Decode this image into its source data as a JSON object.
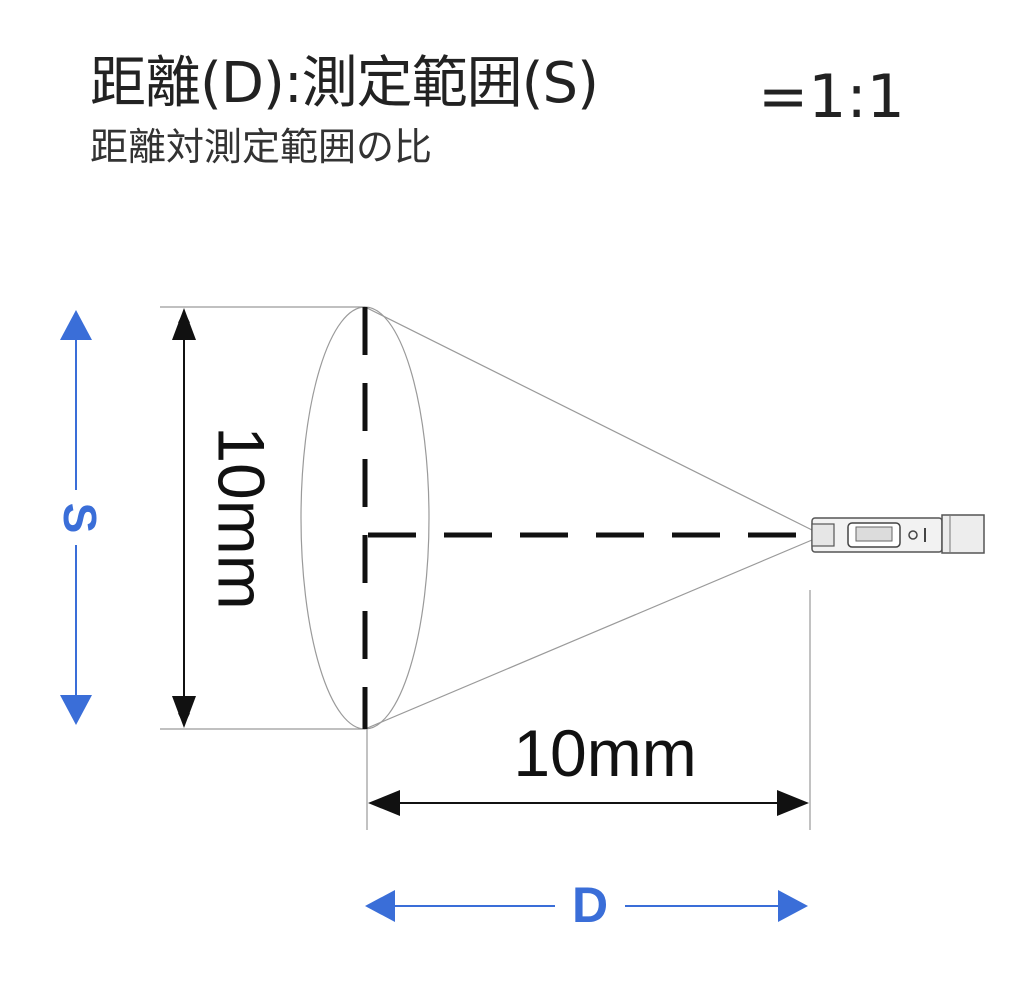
{
  "title": {
    "main": "距離(D):測定範囲(S)",
    "ratio": "=1:1",
    "subtitle": "距離対測定範囲の比"
  },
  "diagram": {
    "spot_size_label": "10mm",
    "distance_label": "10mm",
    "s_axis_label": "S",
    "d_axis_label": "D"
  },
  "colors": {
    "axis_blue": "#3a6ed8",
    "line_black": "#111111",
    "thin_grey": "#9a9a9a"
  }
}
